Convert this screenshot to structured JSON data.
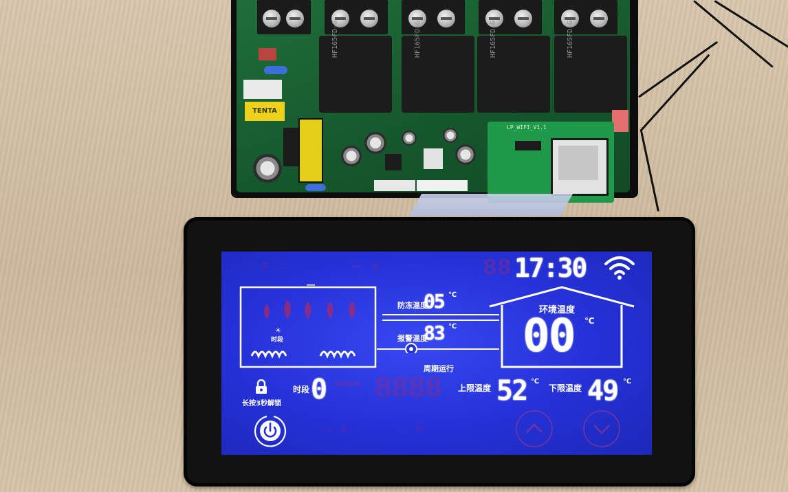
{
  "display": {
    "clock": "17:30",
    "wifi_icon": "wifi-icon",
    "anti_freeze_label": "防冻温度",
    "anti_freeze_value": "05",
    "alarm_label": "报警温度",
    "alarm_value": "83",
    "cycle_label": "周期运行",
    "time_period_small_label": "时段",
    "ambient_label": "环境温度",
    "ambient_value": "00",
    "celsius": "℃",
    "lock_label": "长按3秒解锁",
    "time_period_label": "时段",
    "time_period_value": "0",
    "upper_limit_label": "上限温度",
    "upper_limit_value": "52",
    "lower_limit_label": "下限温度",
    "lower_limit_value": "49",
    "power_icon": "power-icon",
    "up_icon": "chevron-up-icon",
    "down_icon": "chevron-down-icon"
  },
  "pcb": {
    "relay_label": "HF165FD-G",
    "tenta_label": "TENTA",
    "wifi_module_label": "LP_WIFI_V1.1"
  },
  "colors": {
    "screen": "#2531d6",
    "segment": "#ffffff",
    "ghost": "#a02878"
  }
}
